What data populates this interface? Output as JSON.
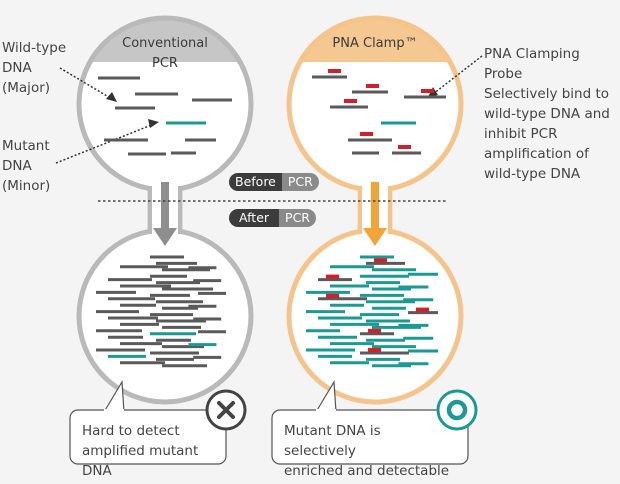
{
  "left_panel": {
    "header": "Conventional PCR",
    "labels": {
      "wild_type": "Wild-type\nDNA\n(Major)",
      "mutant": "Mutant\nDNA\n(Minor)"
    },
    "result": "Hard to detect\namplified mutant DNA",
    "result_icon": "x-mark-icon"
  },
  "right_panel": {
    "header": "PNA Clamp™",
    "probe_note": "PNA Clamping Probe\nSelectively bind to\nwild-type DNA and\ninhibit PCR\namplification of\nwild-type DNA",
    "result": "Mutant DNA is selectively\nenriched and detectable",
    "result_icon": "circle-o-icon"
  },
  "stages": {
    "before": {
      "word": "Before",
      "tag": "PCR"
    },
    "after": {
      "word": "After",
      "tag": "PCR"
    }
  },
  "colors": {
    "wildtype_strand": "#5a5a5a",
    "mutant_strand": "#1a9a92",
    "probe": "#d31f2a",
    "left_outline": "#b9b9b9",
    "right_outline": "#f5c48a",
    "left_arrow": "#8e8e8e",
    "right_arrow": "#f3a437"
  }
}
